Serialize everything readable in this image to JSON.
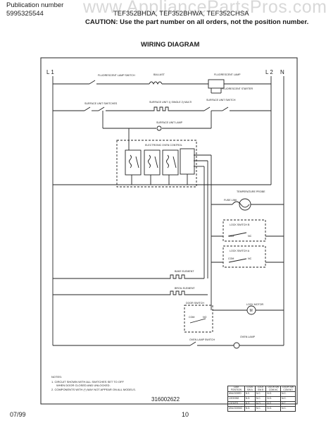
{
  "watermark": "www.AppliancePartsPros.com",
  "header": {
    "publication_label": "Publication number",
    "publication_number": "5995325544",
    "models": "TEF352BHDA, TEF352BHWA, TEF352CHSA",
    "caution": "CAUTION: Use the part number on all orders, not the position number."
  },
  "title": "WIRING DIAGRAM",
  "lines": {
    "l1": "L 1",
    "l2": "L 2",
    "n": "N"
  },
  "labels": {
    "fluorescent_lamp_switch": "FLUORESCENT LAMP SWITCH",
    "ballast": "BALLAST",
    "fluorescent_lamp": "FLUORESCENT LAMP",
    "fluorescent_starter": "FLUORESCENT STARTER",
    "surface_unit_switches": "SURFACE UNIT SWITCHES",
    "surface_unit_switch_detail": "SURFACE UNIT 1) SINGLE 2) MULTI",
    "surface_unit_switch": "SURFACE UNIT SWITCH",
    "surface_unit_lamp": "SURFACE UNIT LAMP",
    "electronic_oven_control": "ELECTRONIC OVEN CONTROL",
    "temperature_probe": "TEMPERATURE PROBE",
    "fuse_link": "FUSE LINK",
    "lock_switch_b": "LOCK SWITCH B",
    "lock_switch_a": "LOCK SWITCH A",
    "com": "COM",
    "nc": "NC",
    "no": "NO",
    "bake_element": "BAKE ELEMENT",
    "broil_element": "BROIL ELEMENT",
    "door_switch": "DOOR SWITCH",
    "lock_motor": "LOCK MOTOR",
    "oven_lamp": "OVEN LAMP",
    "oven_lamp_switch": "OVEN LAMP SWITCH",
    "notes_title": "NOTES:",
    "note1": "1. CIRCUIT SHOWN WITH ALL SWITCHES SET TO OFF",
    "note1b": "WHEN DOOR CLOSED AND UNLOCKED.",
    "note2": "2. COMPONENTS WITH (*) MAY NOT APPEAR ON ALL MODELS."
  },
  "legend": {
    "headers": [
      "CAM POSITION",
      "LOCK SW A",
      "LOCK SW B",
      "DOOR SW COM-NC",
      "DOOR SW COM-NO"
    ],
    "rows": [
      [
        "UNLOCKED",
        "N.C.",
        "N.C.",
        "N.O.",
        "N.C."
      ],
      [
        "LOCKING",
        "N.O.",
        "N.C.",
        "N.O.",
        "N.C."
      ],
      [
        "LOCKED",
        "N.O.",
        "N.O.",
        "N.O.",
        "N.C."
      ],
      [
        "UNLOCKING",
        "N.O.",
        "N.C.",
        "N.O.",
        "N.C."
      ]
    ]
  },
  "diagram_number": "316002622",
  "footer": {
    "date": "07/99",
    "page": "10"
  }
}
